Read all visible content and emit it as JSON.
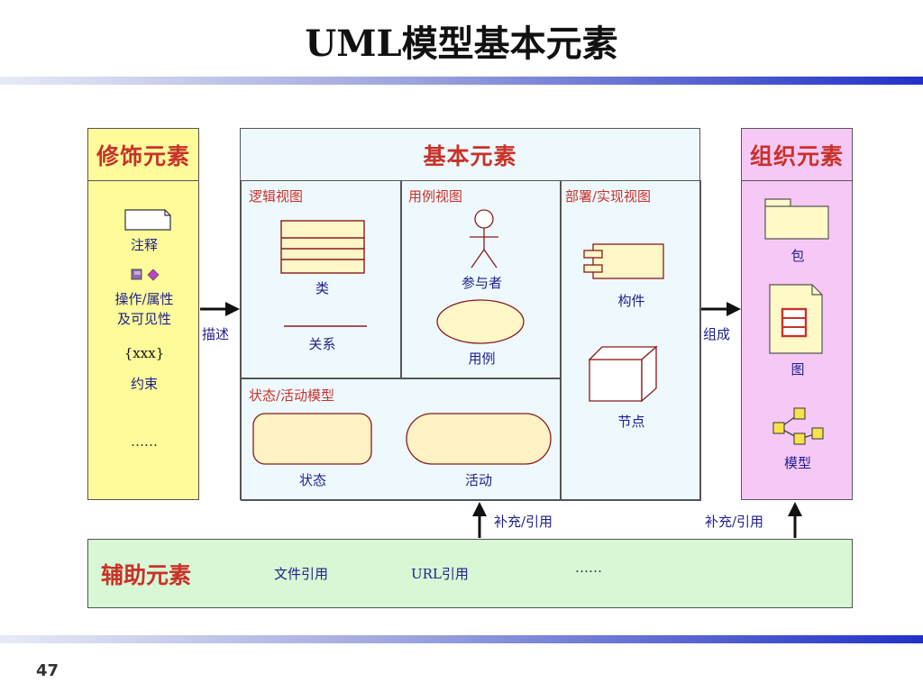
{
  "slide": {
    "title": "UML模型基本元素",
    "page_number": "47"
  },
  "decor": {
    "title": "修饰元素",
    "items": [
      {
        "icon": "note-icon",
        "label": "注释"
      },
      {
        "icon": "operation-visibility-icon",
        "label": "操作/属性\n及可见性"
      },
      {
        "icon": "constraint-icon",
        "icon_text": "{xxx}",
        "label": "约束"
      },
      {
        "label": "……"
      }
    ]
  },
  "core": {
    "title": "基本元素",
    "logic_view": {
      "title": "逻辑视图",
      "items": [
        {
          "icon": "class-icon",
          "label": "类"
        },
        {
          "icon": "relation-line-icon",
          "label": "关系"
        }
      ]
    },
    "usecase_view": {
      "title": "用例视图",
      "items": [
        {
          "icon": "actor-icon",
          "label": "参与者"
        },
        {
          "icon": "usecase-ellipse-icon",
          "label": "用例"
        }
      ]
    },
    "deploy_view": {
      "title": "部署/实现视图",
      "items": [
        {
          "icon": "component-icon",
          "label": "构件"
        },
        {
          "icon": "node-cube-icon",
          "label": "节点"
        }
      ]
    },
    "state_activity": {
      "title": "状态/活动模型",
      "items": [
        {
          "icon": "state-icon",
          "label": "状态"
        },
        {
          "icon": "activity-icon",
          "label": "活动"
        }
      ]
    }
  },
  "org": {
    "title": "组织元素",
    "items": [
      {
        "icon": "package-icon",
        "label": "包"
      },
      {
        "icon": "diagram-icon",
        "label": "图"
      },
      {
        "icon": "model-icon",
        "label": "模型"
      }
    ]
  },
  "aux": {
    "title": "辅助元素",
    "items": [
      "文件引用",
      "URL引用",
      "……"
    ]
  },
  "arrows": {
    "describe": "描述",
    "compose": "组成",
    "supplement_left": "补充/引用",
    "supplement_right": "补充/引用"
  },
  "colors": {
    "decor_bg": "#fefb9a",
    "core_bg": "#eef9fd",
    "org_bg": "#f6c8f6",
    "aux_bg": "#d8f7d4",
    "heading_red": "#c8322a",
    "label_navy": "#1f1f8c"
  }
}
